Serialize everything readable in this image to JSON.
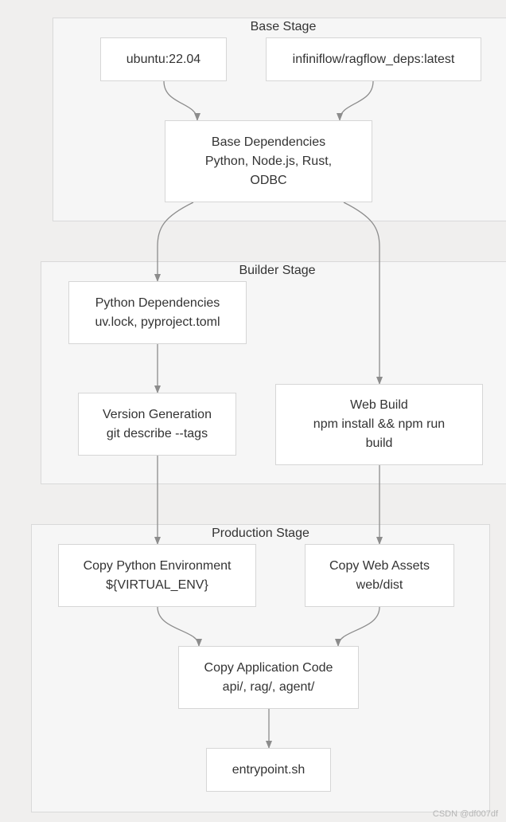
{
  "diagram": {
    "stages": {
      "base": {
        "title": "Base Stage"
      },
      "builder": {
        "title": "Builder Stage"
      },
      "production": {
        "title": "Production Stage"
      }
    },
    "nodes": {
      "ubuntu": {
        "lines": [
          "ubuntu:22.04"
        ]
      },
      "ragflow_deps": {
        "lines": [
          "infiniflow/ragflow_deps:latest"
        ]
      },
      "base_deps": {
        "lines": [
          "Base Dependencies",
          "Python, Node.js, Rust,",
          "ODBC"
        ]
      },
      "python_deps": {
        "lines": [
          "Python Dependencies",
          "uv.lock, pyproject.toml"
        ]
      },
      "version_gen": {
        "lines": [
          "Version Generation",
          "git describe --tags"
        ]
      },
      "web_build": {
        "lines": [
          "Web Build",
          "npm install && npm run",
          "build"
        ]
      },
      "copy_python_env": {
        "lines": [
          "Copy Python Environment",
          "${VIRTUAL_ENV}"
        ]
      },
      "copy_web_assets": {
        "lines": [
          "Copy Web Assets",
          "web/dist"
        ]
      },
      "copy_app_code": {
        "lines": [
          "Copy Application Code",
          "api/, rag/, agent/"
        ]
      },
      "entrypoint": {
        "lines": [
          "entrypoint.sh"
        ]
      }
    },
    "edges": [
      [
        "ubuntu",
        "base_deps"
      ],
      [
        "ragflow_deps",
        "base_deps"
      ],
      [
        "base_deps",
        "python_deps"
      ],
      [
        "base_deps",
        "web_build"
      ],
      [
        "python_deps",
        "version_gen"
      ],
      [
        "version_gen",
        "copy_python_env"
      ],
      [
        "web_build",
        "copy_web_assets"
      ],
      [
        "copy_python_env",
        "copy_app_code"
      ],
      [
        "copy_web_assets",
        "copy_app_code"
      ],
      [
        "copy_app_code",
        "entrypoint"
      ]
    ],
    "colors": {
      "edge": "#8c8c8c",
      "node_border": "#d6d6d6",
      "stage_fill": "#f6f6f6"
    }
  },
  "watermark": "CSDN @df007df"
}
